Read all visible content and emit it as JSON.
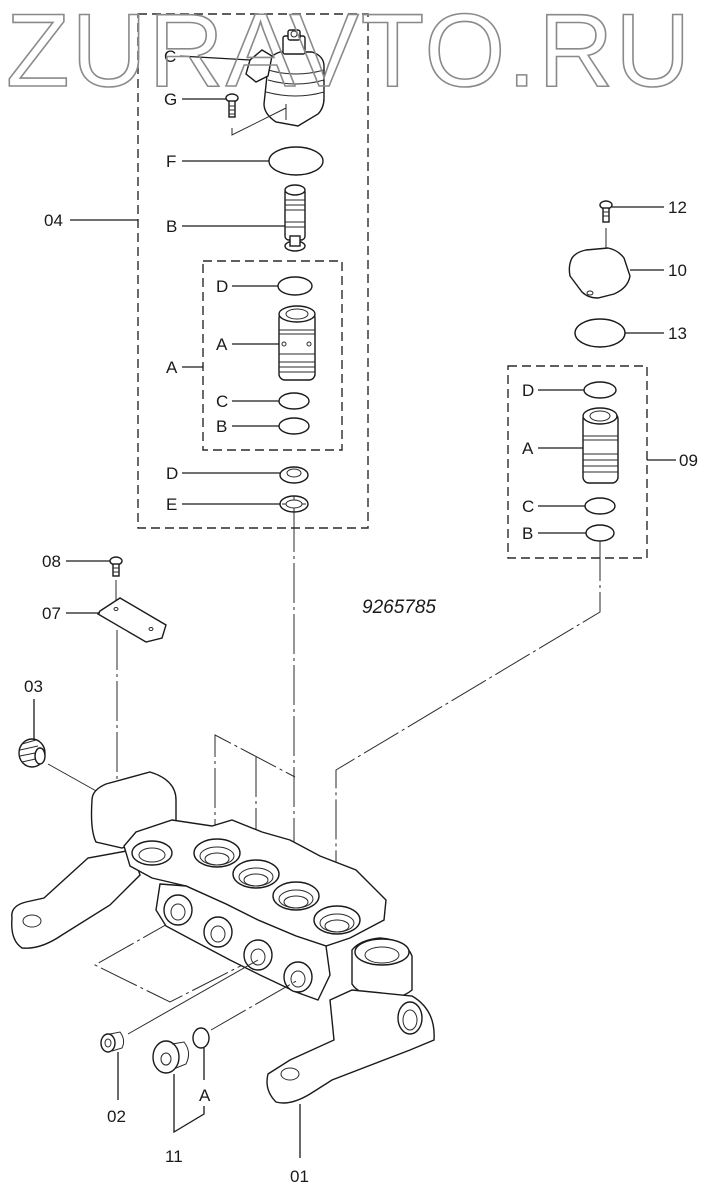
{
  "watermark": "ZURAVTO.RU",
  "drawing_number": "9265785",
  "callouts": {
    "assembly_04": "04",
    "c_top": "C",
    "g": "G",
    "f": "F",
    "b_spool": "B",
    "a_sub": "A",
    "d_sub": "D",
    "a_cart": "A",
    "c_sub": "C",
    "b_sub": "B",
    "d_washer": "D",
    "e_washer": "E",
    "n12": "12",
    "n10": "10",
    "n13": "13",
    "assembly_09": "09",
    "d9": "D",
    "a9": "A",
    "c9": "C",
    "b9": "B",
    "n08": "08",
    "n07": "07",
    "n03": "03",
    "n02": "02",
    "a_oring": "A",
    "n11": "11",
    "n01": "01"
  }
}
